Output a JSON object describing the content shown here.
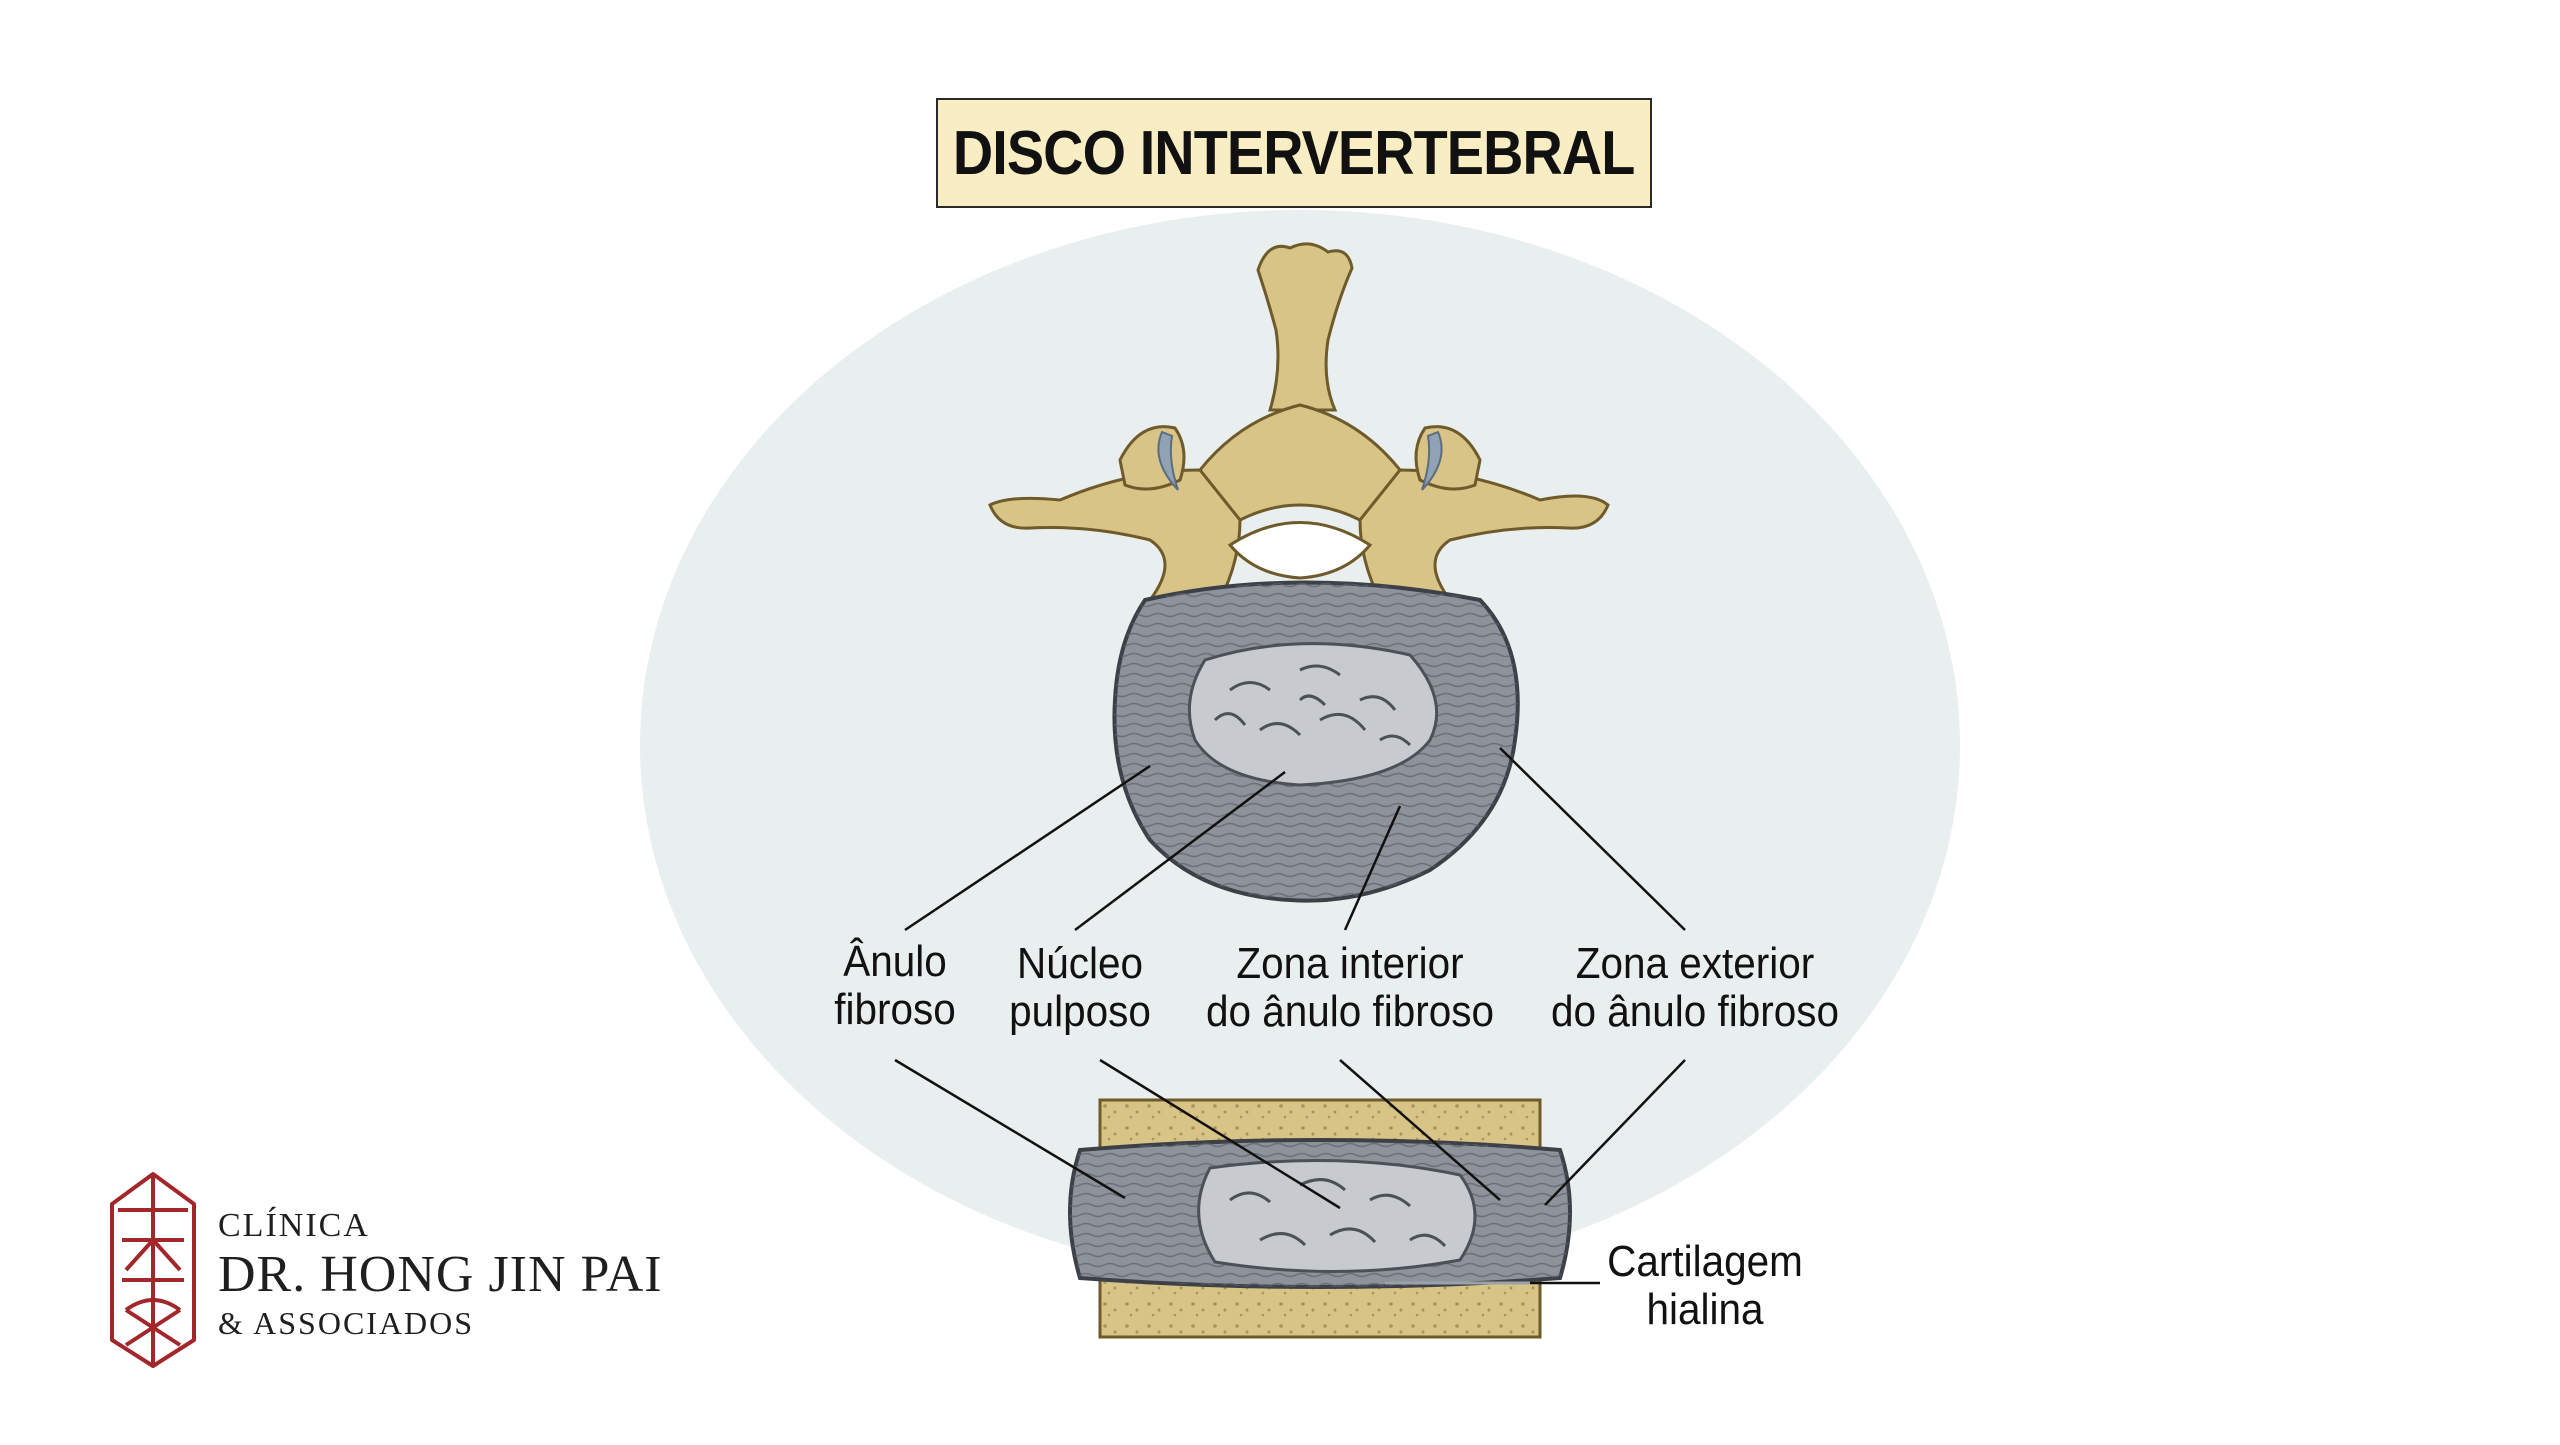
{
  "title": "DISCO INTERVERTEBRAL",
  "labels": {
    "anulo_fibroso": [
      "Ânulo",
      "fibroso"
    ],
    "nucleo_pulposo": [
      "Núcleo",
      "pulposo"
    ],
    "zona_interior": [
      "Zona interior",
      "do ânulo fibroso"
    ],
    "zona_exterior": [
      "Zona exterior",
      "do ânulo fibroso"
    ],
    "cartilagem": [
      "Cartilagem",
      "hialina"
    ]
  },
  "logo": {
    "line1": "CLÍNICA",
    "line2": "DR. HONG JIN PAI",
    "line3": "& ASSOCIADOS"
  },
  "colors": {
    "background_ellipse": "#e9eeee",
    "bone": "#d8c487",
    "disc": "#8e939b",
    "nucleus": "#c7cbd0",
    "title_bg": "#f9edc4",
    "logo": "#a3262a"
  }
}
